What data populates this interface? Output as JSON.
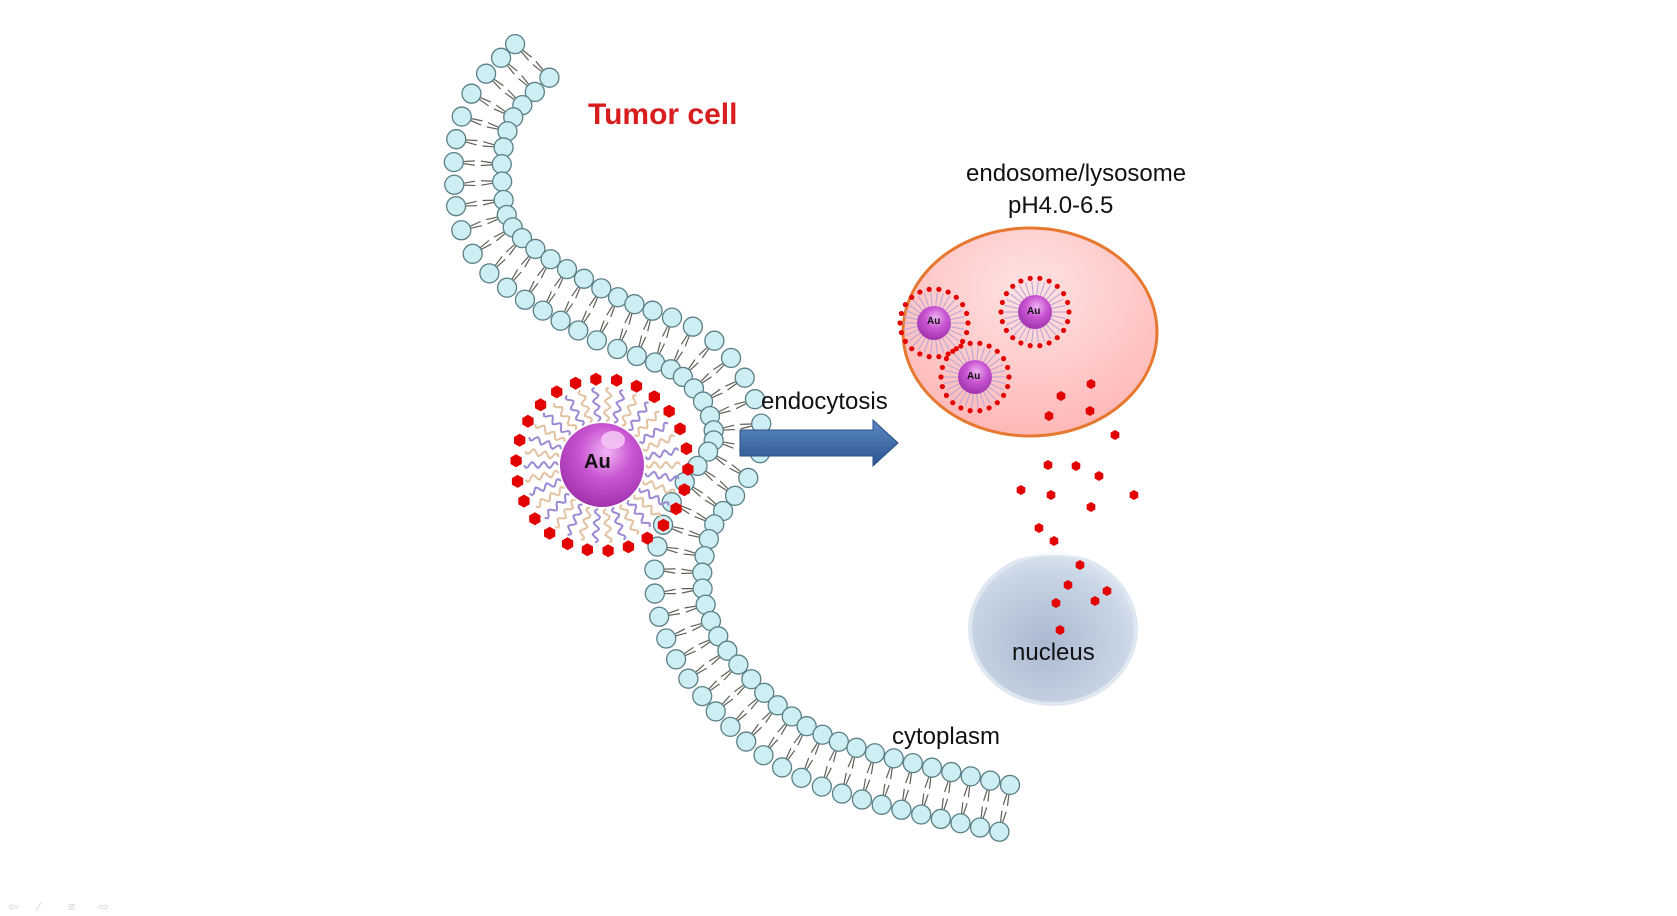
{
  "labels": {
    "title": "Tumor cell",
    "endosome": "endosome/lysosome",
    "ph": "pH4.0-6.5",
    "endocytosis": "endocytosis",
    "nucleus": "nucleus",
    "cytoplasm": "cytoplasm",
    "au_large": "Au",
    "au_small": "Au"
  },
  "icons": {
    "nav_prev": "arrow-left-icon",
    "nav_pen": "pen-icon",
    "nav_menu": "menu-icon",
    "nav_next": "arrow-right-icon"
  },
  "colors": {
    "title": "#d81e1e",
    "drug": "#e20000",
    "gold_core": "#c453cc",
    "lipid_head": "#cdeef2",
    "arrow": "#3f6da8",
    "endosome_fill": "#ffcfcf",
    "endosome_stroke": "#e6782f",
    "nucleus_fill": "#c7d4e4"
  }
}
